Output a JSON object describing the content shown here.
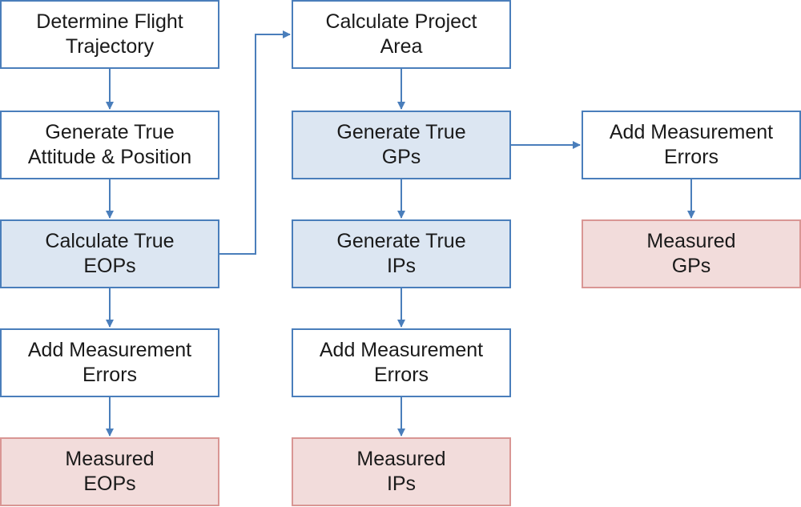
{
  "nodes": {
    "determine_flight_trajectory": {
      "line1": "Determine Flight",
      "line2": "Trajectory"
    },
    "generate_true_attitude_position": {
      "line1": "Generate True",
      "line2": "Attitude & Position"
    },
    "calculate_true_eops": {
      "line1": "Calculate True",
      "line2": "EOPs"
    },
    "add_measurement_errors_eops": {
      "line1": "Add Measurement",
      "line2": "Errors"
    },
    "measured_eops": {
      "line1": "Measured",
      "line2": "EOPs"
    },
    "calculate_project_area": {
      "line1": "Calculate Project",
      "line2": "Area"
    },
    "generate_true_gps": {
      "line1": "Generate True",
      "line2": "GPs"
    },
    "generate_true_ips": {
      "line1": "Generate True",
      "line2": "IPs"
    },
    "add_measurement_errors_ips": {
      "line1": "Add Measurement",
      "line2": "Errors"
    },
    "measured_ips": {
      "line1": "Measured",
      "line2": "IPs"
    },
    "add_measurement_errors_gps": {
      "line1": "Add Measurement",
      "line2": "Errors"
    },
    "measured_gps": {
      "line1": "Measured",
      "line2": "GPs"
    }
  },
  "edges": [
    {
      "from": "determine_flight_trajectory",
      "to": "generate_true_attitude_position"
    },
    {
      "from": "generate_true_attitude_position",
      "to": "calculate_true_eops"
    },
    {
      "from": "calculate_true_eops",
      "to": "add_measurement_errors_eops"
    },
    {
      "from": "add_measurement_errors_eops",
      "to": "measured_eops"
    },
    {
      "from": "calculate_true_eops",
      "to": "calculate_project_area"
    },
    {
      "from": "calculate_project_area",
      "to": "generate_true_gps"
    },
    {
      "from": "generate_true_gps",
      "to": "generate_true_ips"
    },
    {
      "from": "generate_true_ips",
      "to": "add_measurement_errors_ips"
    },
    {
      "from": "add_measurement_errors_ips",
      "to": "measured_ips"
    },
    {
      "from": "generate_true_gps",
      "to": "add_measurement_errors_gps"
    },
    {
      "from": "add_measurement_errors_gps",
      "to": "measured_gps"
    }
  ],
  "colors": {
    "border": "#4a7ebb",
    "arrow": "#4a7ebb",
    "highlight_fill": "#dce6f2",
    "output_fill": "#f2dcdb",
    "output_border": "#d99694",
    "text": "#1a1a1a"
  }
}
